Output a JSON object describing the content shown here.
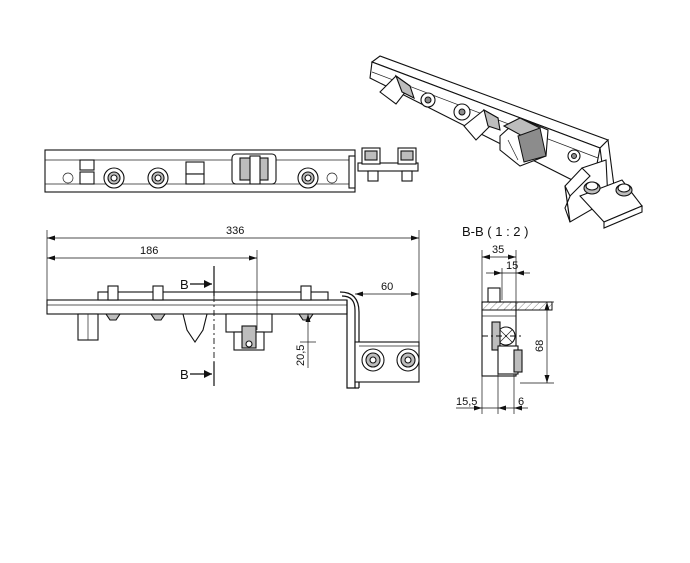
{
  "dimensions": {
    "overall_length": "336",
    "offset_186": "186",
    "bracket_width": "60",
    "height_20_5": "20,5",
    "section_width_35": "35",
    "section_width_15": "15",
    "section_height_68": "68",
    "section_15_5": "15,5",
    "section_6": "6"
  },
  "labels": {
    "cut_marker_top": "B",
    "cut_marker_bottom": "B",
    "section_title": "B-B ( 1 : 2 )"
  },
  "colors": {
    "line": "#111111",
    "shade": "#bdbdbd",
    "dark_shade": "#8c8c8c"
  }
}
